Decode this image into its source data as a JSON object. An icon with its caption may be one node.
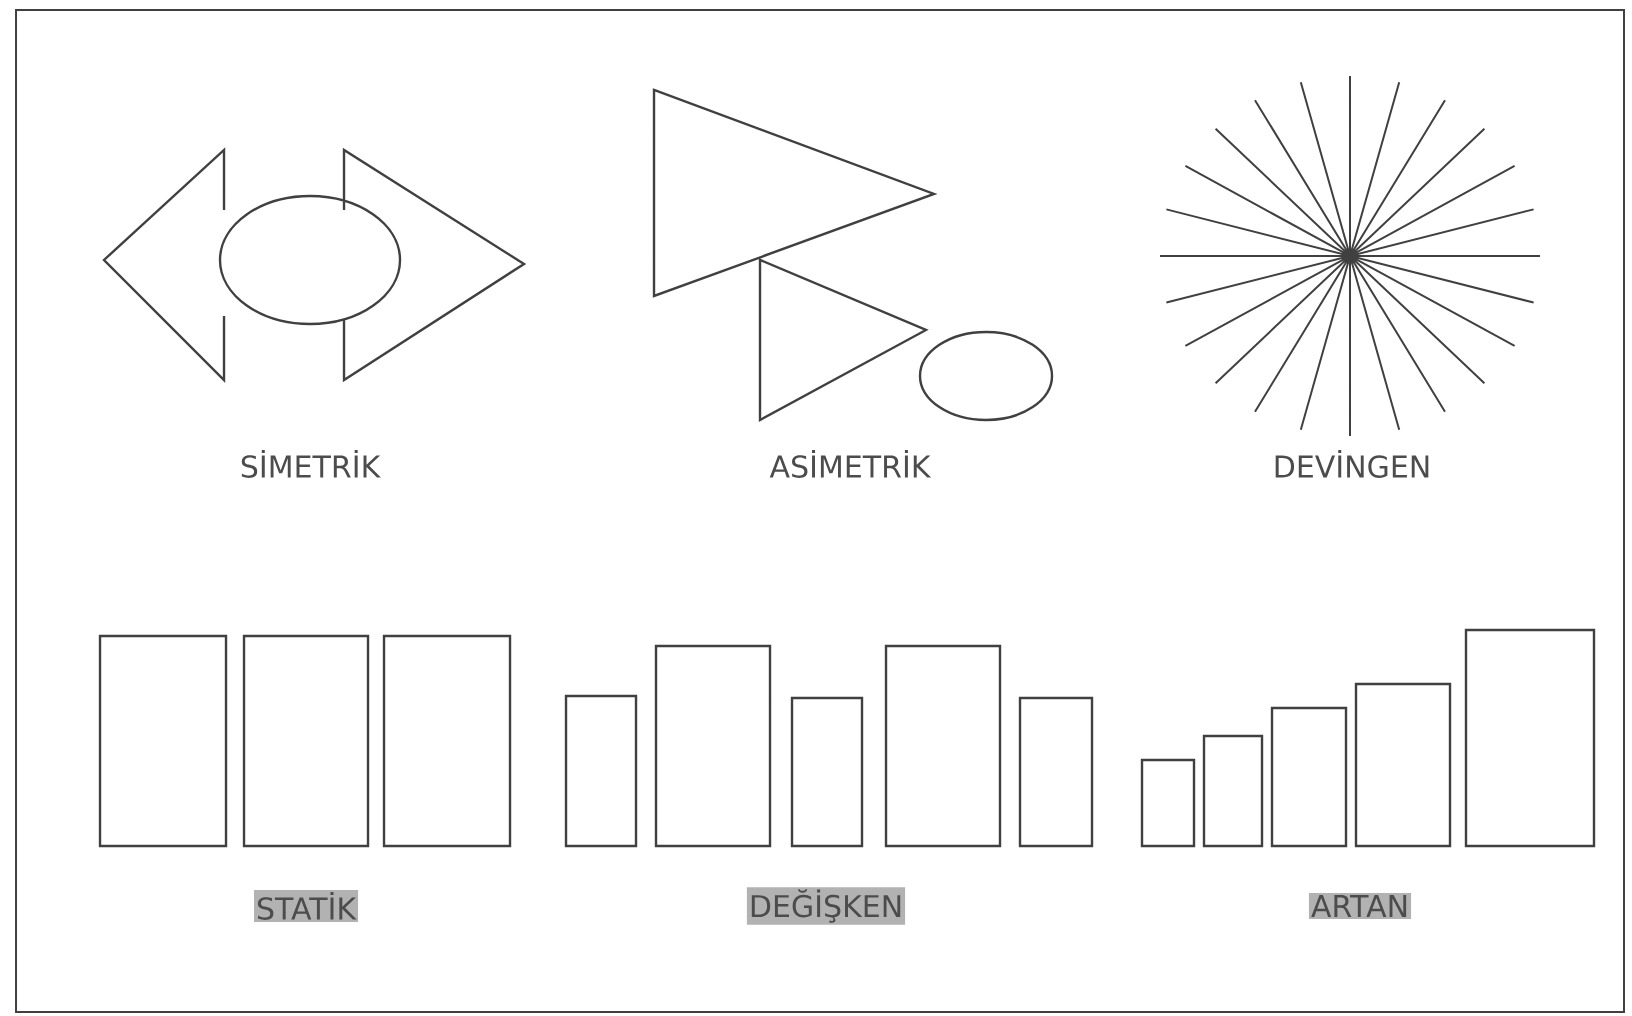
{
  "diagram": {
    "labels": [
      "SİMETRİK",
      "ASİMETRİK",
      "DEVİNGEN",
      "STATİK",
      "DEĞİŞKEN",
      "ARTAN"
    ]
  }
}
